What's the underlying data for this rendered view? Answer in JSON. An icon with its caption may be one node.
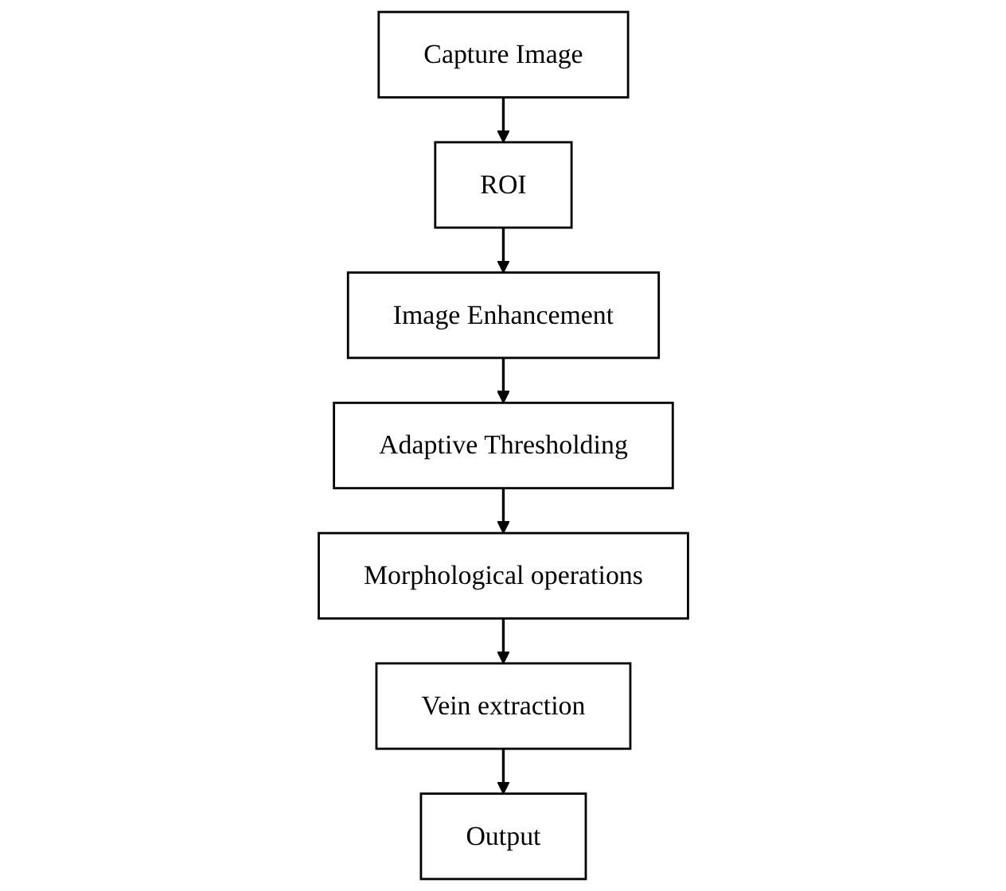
{
  "diagram": {
    "nodes": [
      {
        "text": [
          "Capture Image"
        ]
      },
      {
        "text": [
          "ROI"
        ]
      },
      {
        "text": [
          "Image Enhancement"
        ]
      },
      {
        "text": [
          "Adaptive Thresholding"
        ]
      },
      {
        "text": [
          "Morphological operations"
        ]
      },
      {
        "text": [
          "Vein extraction"
        ]
      },
      {
        "text": [
          "Output"
        ]
      }
    ],
    "edges": [
      {
        "from": 0,
        "to": 1,
        "arrow": "to"
      },
      {
        "from": 1,
        "to": 2,
        "arrow": "to"
      },
      {
        "from": 2,
        "to": 3,
        "arrow": "to"
      },
      {
        "from": 3,
        "to": 4,
        "arrow": "to"
      },
      {
        "from": 4,
        "to": 5,
        "arrow": "to"
      },
      {
        "from": 5,
        "to": 6,
        "arrow": "to"
      }
    ]
  }
}
